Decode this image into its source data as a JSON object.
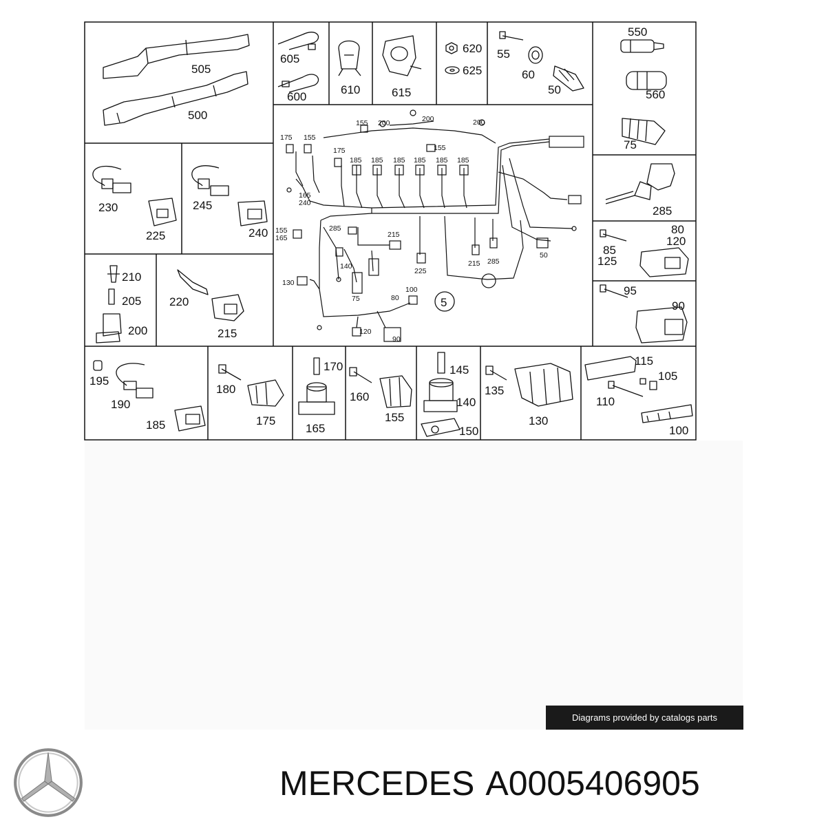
{
  "diagram": {
    "panels": [
      {
        "id": "p-500",
        "labels": [
          "505",
          "500"
        ]
      },
      {
        "id": "p-600",
        "labels": [
          "605",
          "600"
        ]
      },
      {
        "id": "p-610",
        "labels": [
          "610"
        ]
      },
      {
        "id": "p-615",
        "labels": [
          "615"
        ]
      },
      {
        "id": "p-620",
        "labels": [
          "620",
          "625"
        ]
      },
      {
        "id": "p-55",
        "labels": [
          "55",
          "60",
          "50"
        ]
      },
      {
        "id": "p-550",
        "labels": [
          "550",
          "560"
        ]
      },
      {
        "id": "p-harness",
        "labels": [
          "5"
        ],
        "callouts": [
          "155",
          "200",
          "200",
          "200",
          "175",
          "155",
          "155",
          "175",
          "185",
          "185",
          "185",
          "185",
          "185",
          "185",
          "165",
          "240",
          "155",
          "165",
          "285",
          "215",
          "140",
          "225",
          "215",
          "285",
          "50",
          "130",
          "75",
          "80",
          "100",
          "120",
          "90"
        ]
      },
      {
        "id": "p-75",
        "labels": [
          "75"
        ]
      },
      {
        "id": "p-285",
        "labels": [
          "285"
        ]
      },
      {
        "id": "p-230",
        "labels": [
          "230",
          "225"
        ]
      },
      {
        "id": "p-245",
        "labels": [
          "245",
          "240"
        ]
      },
      {
        "id": "p-80",
        "labels": [
          "80",
          "120",
          "85",
          "125"
        ]
      },
      {
        "id": "p-210",
        "labels": [
          "210",
          "205",
          "200"
        ]
      },
      {
        "id": "p-220",
        "labels": [
          "220",
          "215"
        ]
      },
      {
        "id": "p-95",
        "labels": [
          "95",
          "90"
        ]
      },
      {
        "id": "p-195",
        "labels": [
          "195",
          "190",
          "185"
        ]
      },
      {
        "id": "p-180",
        "labels": [
          "180",
          "175"
        ]
      },
      {
        "id": "p-170",
        "labels": [
          "170",
          "165"
        ]
      },
      {
        "id": "p-160",
        "labels": [
          "160",
          "155"
        ]
      },
      {
        "id": "p-145",
        "labels": [
          "145",
          "140",
          "150"
        ]
      },
      {
        "id": "p-135",
        "labels": [
          "135",
          "130"
        ]
      },
      {
        "id": "p-115",
        "labels": [
          "115",
          "105",
          "110",
          "100"
        ]
      }
    ]
  },
  "credit": {
    "text": "Diagrams provided by catalogs parts"
  },
  "footer": {
    "brand": "MERCEDES",
    "part_number": "A0005406905",
    "logo_icon": "mercedes-star-icon"
  }
}
